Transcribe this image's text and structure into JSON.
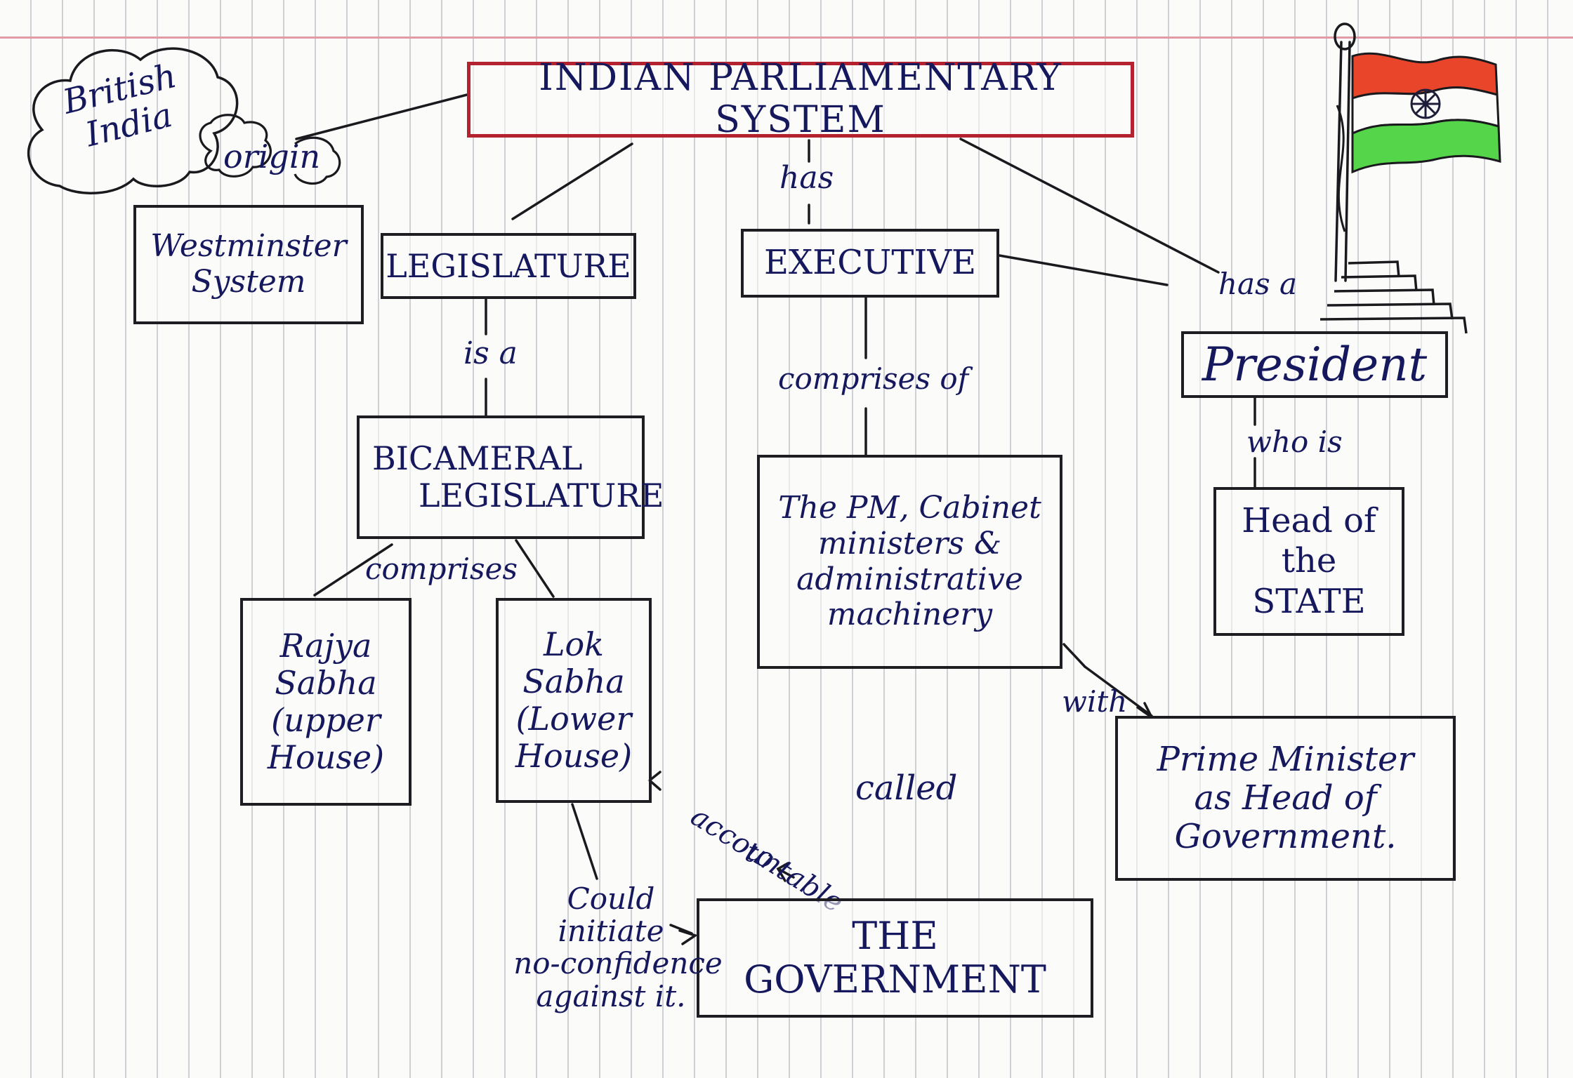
{
  "title": "INDIAN PARLIAMENTARY SYSTEM",
  "cloud": {
    "line1": "British",
    "line2": "India"
  },
  "origin_label": "origin",
  "westminster": {
    "line1": "Westminster",
    "line2": "System"
  },
  "legislature": "LEGISLATURE",
  "executive": "EXECUTIVE",
  "president": "President",
  "bicameral": {
    "line1": "BICAMERAL",
    "line2": "LEGISLATURE"
  },
  "executive_members": {
    "line1": "The PM, Cabinet",
    "line2": "ministers &",
    "line3": "administrative",
    "line4": "machinery"
  },
  "head_of_state": {
    "line1": "Head of",
    "line2": "the",
    "line3": "STATE"
  },
  "rajya_sabha": {
    "line1": "Rajya",
    "line2": "Sabha",
    "line3": "(upper",
    "line4": "House)"
  },
  "lok_sabha": {
    "line1": "Lok",
    "line2": "Sabha",
    "line3": "(Lower",
    "line4": "House)"
  },
  "prime_minister": {
    "line1": "Prime Minister",
    "line2": "as Head of",
    "line3": "Government."
  },
  "government": "THE GOVERNMENT",
  "edge_labels": {
    "has": "has",
    "has_a": "has a",
    "is_a": "is a",
    "comprises_of": "comprises of",
    "who_is": "who is",
    "comprises": "comprises",
    "with": "with",
    "called": "called",
    "accountable": "accountable",
    "to": "to",
    "could_initiate": {
      "line1": "Could",
      "line2": "initiate",
      "line3": "no-confidence",
      "line4": "against it."
    }
  },
  "colors": {
    "ink": "#16185e",
    "box_border": "#1e1e22",
    "title_border": "#b3222e",
    "saffron": "#e8452a",
    "green": "#55d64a",
    "chakra": "#1e1e3a"
  },
  "icons": [
    "cloud-icon",
    "indian-flag-icon",
    "podium-steps-icon"
  ]
}
